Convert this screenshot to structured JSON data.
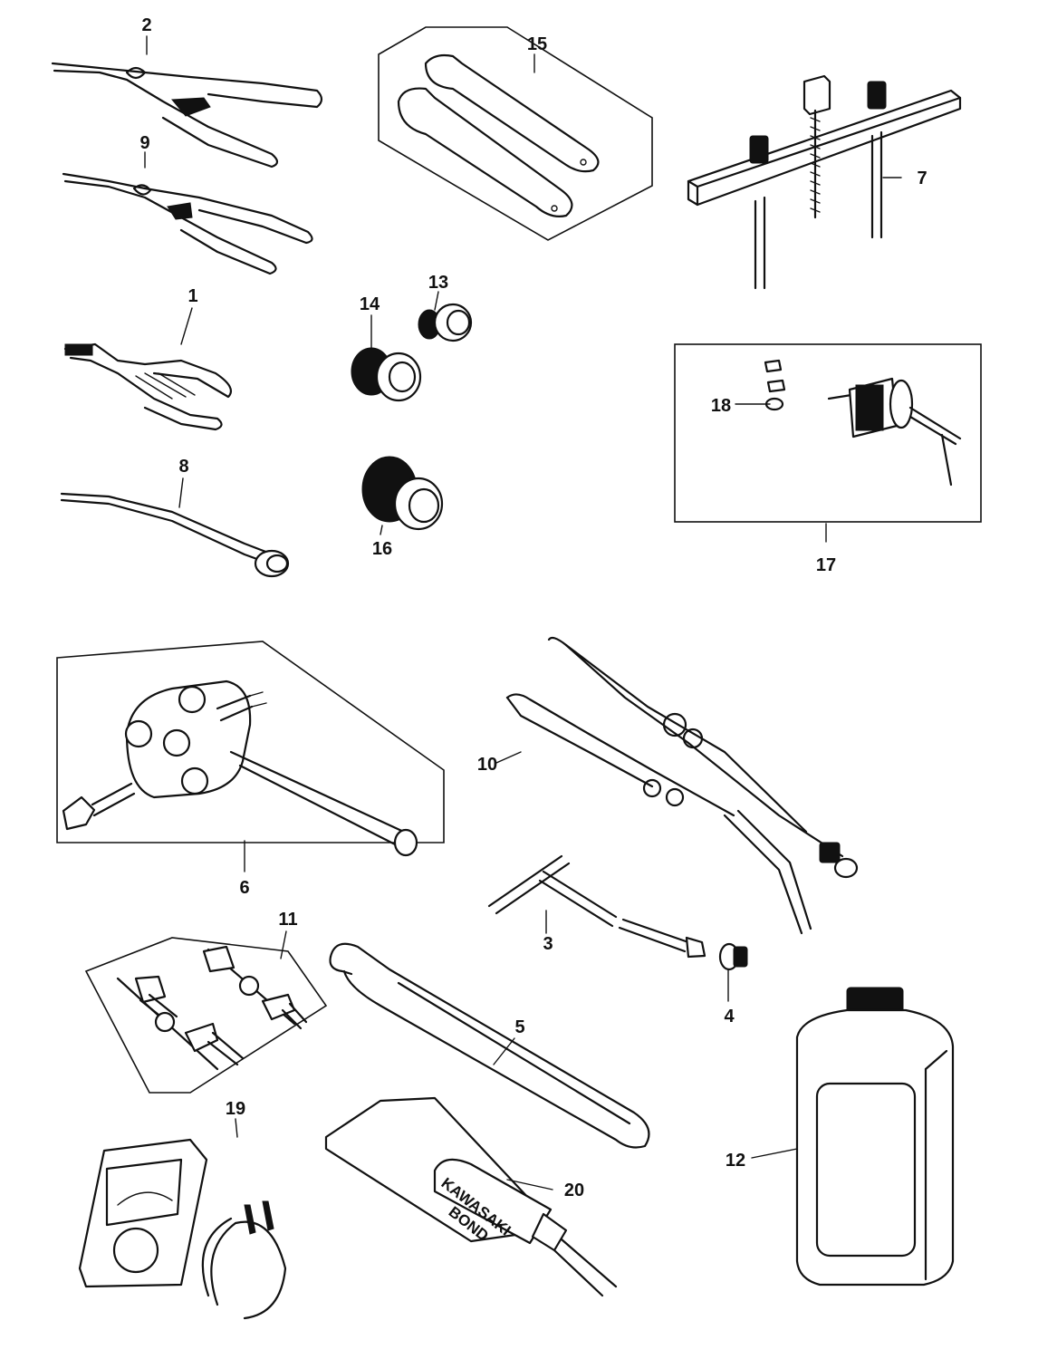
{
  "labels": {
    "p1": "1",
    "p2": "2",
    "p3": "3",
    "p4": "4",
    "p5": "5",
    "p6": "6",
    "p7": "7",
    "p8": "8",
    "p9": "9",
    "p10": "10",
    "p11": "11",
    "p12": "12",
    "p13": "13",
    "p14": "14",
    "p15": "15",
    "p16": "16",
    "p17": "17",
    "p18": "18",
    "p19": "19",
    "p20": "20"
  },
  "tube_text": {
    "line1": "KAWASAKI",
    "line2": "BOND"
  }
}
